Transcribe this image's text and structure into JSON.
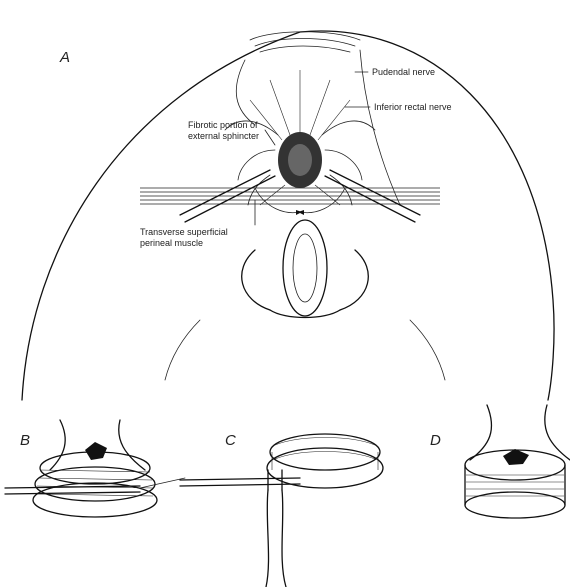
{
  "panels": {
    "a": "A",
    "b": "B",
    "c": "C",
    "d": "D"
  },
  "labels": {
    "pudendal_nerve": "Pudendal nerve",
    "inferior_rectal_nerve": "Inferior rectal nerve",
    "fibrotic_line1": "Fibrotic portion of",
    "fibrotic_line2": "external sphincter",
    "transverse_line1": "Transverse superficial",
    "transverse_line2": "perineal muscle"
  }
}
